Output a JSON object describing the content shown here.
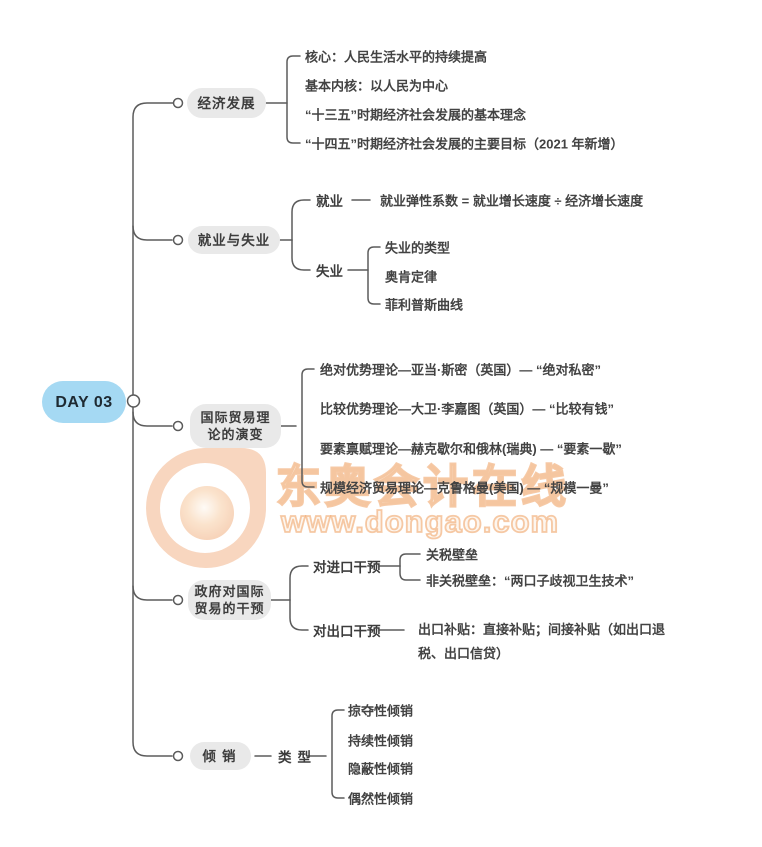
{
  "root_label": "DAY 03",
  "watermark": {
    "brand": "东奥会计在线",
    "url": "www.dongao.com",
    "accent_color": "#ef9e63"
  },
  "colors": {
    "root_bg": "#a5d9f3",
    "node_bg": "#e9e9e9",
    "line": "#5b5b5b",
    "text": "#3d3d3d"
  },
  "branches": [
    {
      "label": "经济发展",
      "children": [
        "核心：人民生活水平的持续提高",
        "基本内核：以人民为中心",
        "“十三五”时期经济社会发展的基本理念",
        "“十四五”时期经济社会发展的主要目标（2021 年新增）"
      ]
    },
    {
      "label": "就业与失业",
      "children": [
        {
          "label": "就业",
          "note": "就业弹性系数 = 就业增长速度 ÷ 经济增长速度"
        },
        {
          "label": "失业",
          "children": [
            "失业的类型",
            "奥肯定律",
            "菲利普斯曲线"
          ]
        }
      ]
    },
    {
      "label": "国际贸易理论的演变",
      "children": [
        "绝对优势理论—亚当·斯密（英国）— “绝对私密”",
        "比较优势理论—大卫·李嘉图（英国）— “比较有钱”",
        "要素禀赋理论—赫克歇尔和俄林(瑞典) — “要素一歇”",
        "规模经济贸易理论—克鲁格曼(美国) — “规模一曼”"
      ]
    },
    {
      "label": "政府对国际贸易的干预",
      "children": [
        {
          "label": "对进口干预",
          "children": [
            "关税壁垒",
            "非关税壁垒：“两口子歧视卫生技术”"
          ]
        },
        {
          "label": "对出口干预",
          "children": [
            "出口补贴：直接补贴；间接补贴（如出口退税、出口信贷）"
          ]
        }
      ]
    },
    {
      "label": "倾销",
      "children": [
        {
          "label": "类型",
          "children": [
            "掠夺性倾销",
            "持续性倾销",
            "隐蔽性倾销",
            "偶然性倾销"
          ]
        }
      ]
    }
  ]
}
